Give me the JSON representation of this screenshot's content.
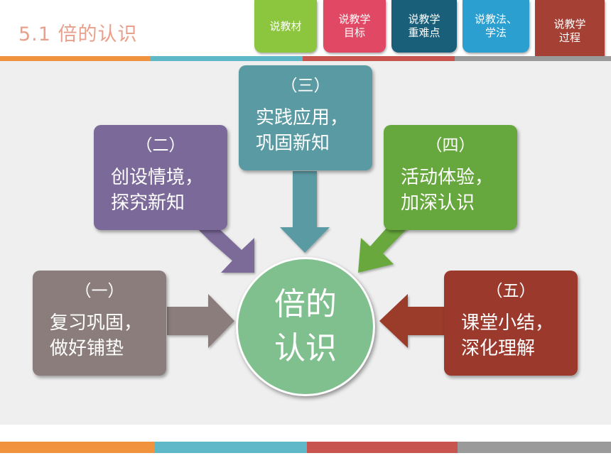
{
  "page_title": "5.1 倍的认识",
  "tabs": [
    {
      "label": "说教材",
      "color": "#8cc63f"
    },
    {
      "label": "说教学\n目标",
      "color": "#e04863"
    },
    {
      "label": "说教学\n重难点",
      "color": "#1a5f7a"
    },
    {
      "label": "说教法、\n学法",
      "color": "#2a9fd0"
    },
    {
      "label": "说教学\n过程",
      "color": "#a54034"
    }
  ],
  "steps": [
    {
      "num": "（一）",
      "text": "复习巩固，\n做好铺垫",
      "color": "#8a7d7b"
    },
    {
      "num": "（二）",
      "text": "创设情境，\n探究新知",
      "color": "#7b6a99"
    },
    {
      "num": "（三）",
      "text": "实践应用，\n巩固新知",
      "color": "#5a9aa3"
    },
    {
      "num": "（四）",
      "text": "活动体验，\n加深认识",
      "color": "#67a83e"
    },
    {
      "num": "（五）",
      "text": "课堂小结，\n深化理解",
      "color": "#9b3a2c"
    }
  ],
  "center_label": "倍的\n认识",
  "center_color": "#80c08f"
}
